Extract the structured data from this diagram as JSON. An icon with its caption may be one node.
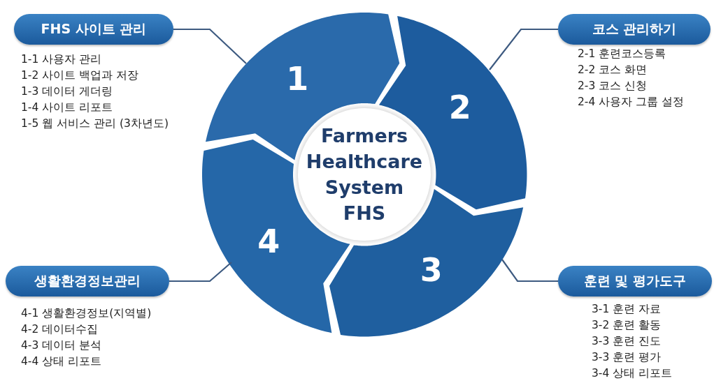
{
  "diagram": {
    "nodes": [
      {
        "text": [
          "FHS 사이트 관리"
        ],
        "beside": [
          "1-1 사용자 관리",
          "1-2 사이트 백업과 저장",
          "1-3 데이터 게더링",
          "1-4 사이트 리포트",
          "1-5 웹 서비스 관리 (3차년도)"
        ]
      },
      {
        "text": [
          "코스 관리하기"
        ],
        "beside": [
          "2-1 훈련코스등록",
          "2-2 코스 화면",
          "2-3 코스 신청",
          "2-4 사용자 그룹 설정"
        ]
      },
      {
        "text": [
          "1"
        ]
      },
      {
        "text": [
          "2"
        ]
      },
      {
        "text": [
          "Farmers Healthcare System FHS"
        ]
      },
      {
        "text": [
          "4"
        ]
      },
      {
        "text": [
          "3"
        ]
      },
      {
        "text": [
          "생활환경정보관리"
        ],
        "beside": [
          "4-1 생활환경정보(지역별)",
          "4-2 데이터수집",
          "4-3 데이터 분석",
          "4-4 상태 리포트"
        ]
      },
      {
        "text": [
          "훈련 및 평가도구"
        ],
        "beside": [
          "3-1 훈련 자료",
          "3-2 훈련 활동",
          "3-3 훈련 진도",
          "3-3 훈련 평가",
          "3-4 상태 리포트"
        ]
      }
    ],
    "edges": [
      {
        "from": 0,
        "to": 2,
        "arrow": "none"
      },
      {
        "from": 1,
        "to": 3,
        "arrow": "none"
      },
      {
        "from": 7,
        "to": 5,
        "arrow": "none"
      },
      {
        "from": 8,
        "to": 6,
        "arrow": "none"
      }
    ]
  }
}
